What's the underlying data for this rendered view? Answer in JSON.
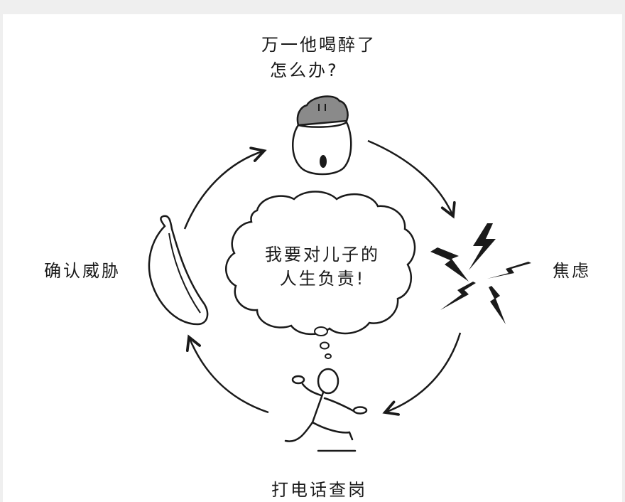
{
  "diagram": {
    "node_top": {
      "line1": "万一他喝醉了",
      "line2": "怎么办?"
    },
    "node_right": "焦虑",
    "node_bottom": "打电话查岗",
    "node_left": "确认威胁",
    "center_thought": {
      "line1": "我要对儿子的",
      "line2": "人生负责!"
    }
  },
  "colors": {
    "background": "#efefef",
    "panel": "#ffffff",
    "ink": "#1a1a1a",
    "brain_gray": "#8a8a8a"
  },
  "icons": [
    "brain-head-icon",
    "lightning-anxiety-icon",
    "running-stickman-icon",
    "banana-icon",
    "thought-cloud-icon"
  ]
}
